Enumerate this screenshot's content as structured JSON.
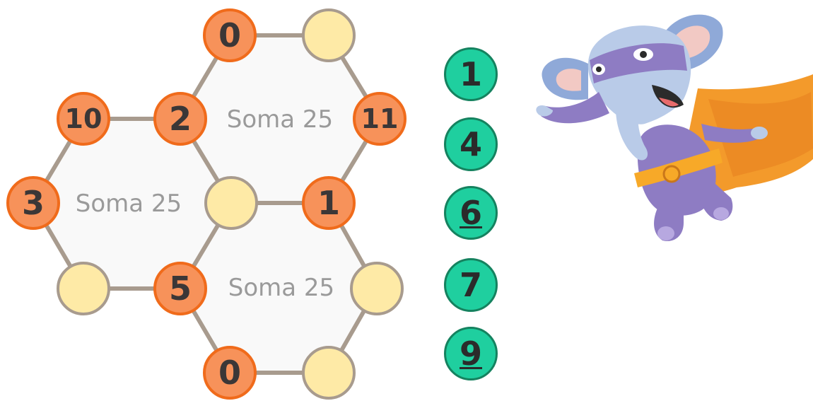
{
  "sum_labels": [
    "Soma 25",
    "Soma 25",
    "Soma 25"
  ],
  "nodes": [
    {
      "id": "top-left",
      "value": "0",
      "state": "filled"
    },
    {
      "id": "top-right",
      "value": "",
      "state": "empty"
    },
    {
      "id": "left-top-outer",
      "value": "10",
      "state": "filled"
    },
    {
      "id": "shared-upper",
      "value": "2",
      "state": "filled"
    },
    {
      "id": "right-upper",
      "value": "11",
      "state": "filled"
    },
    {
      "id": "far-left",
      "value": "3",
      "state": "filled"
    },
    {
      "id": "center",
      "value": "",
      "state": "empty"
    },
    {
      "id": "center-right",
      "value": "1",
      "state": "filled"
    },
    {
      "id": "left-bottom-outer",
      "value": "",
      "state": "empty"
    },
    {
      "id": "shared-lower",
      "value": "5",
      "state": "filled"
    },
    {
      "id": "right-lower",
      "value": "",
      "state": "empty"
    },
    {
      "id": "bottom-left",
      "value": "0",
      "state": "filled"
    },
    {
      "id": "bottom-right",
      "value": "",
      "state": "empty"
    }
  ],
  "tiles": [
    {
      "value": "1",
      "underline": false
    },
    {
      "value": "4",
      "underline": false
    },
    {
      "value": "6",
      "underline": true
    },
    {
      "value": "7",
      "underline": false
    },
    {
      "value": "9",
      "underline": true
    }
  ],
  "colors": {
    "filled_fill": "#f7925a",
    "filled_stroke": "#f06b1b",
    "empty_fill": "#feeaa6",
    "empty_stroke": "#a89b8e",
    "edge": "#a89b8e",
    "hex_fill": "#f9f9f9",
    "tile_fill": "#1fcf9f"
  },
  "mascot": {
    "icon": "superhero-elephant-icon"
  }
}
